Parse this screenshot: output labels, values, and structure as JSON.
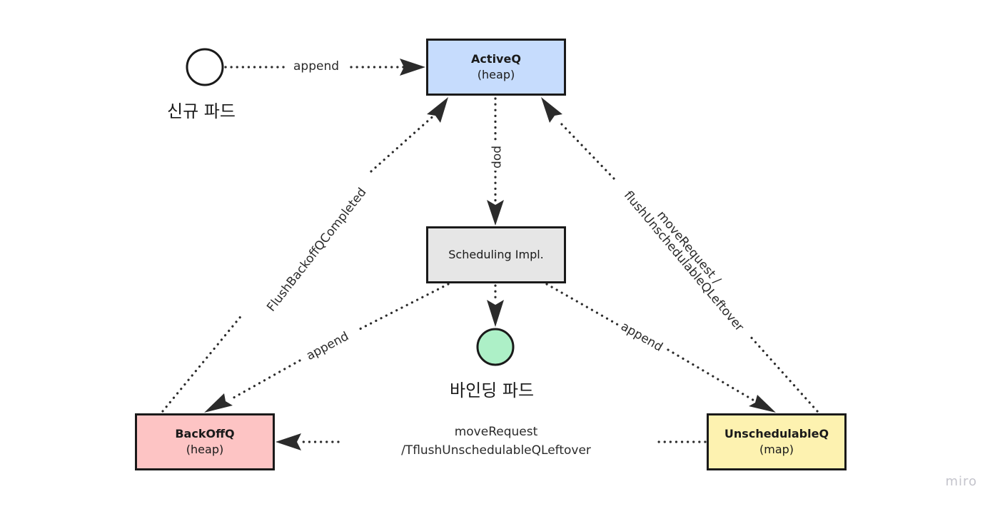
{
  "colors": {
    "stroke": "#1a1a1a",
    "activeq_fill": "#c6dcfd",
    "scheduling_fill": "#e6e6e6",
    "backoffq_fill": "#fdc4c4",
    "unschedulableq_fill": "#fdf2b0",
    "binding_pod_fill": "#adf0c7",
    "new_pod_fill": "#ffffff"
  },
  "nodes": {
    "new_pod": {
      "caption": "신규 파드"
    },
    "active_q": {
      "title": "ActiveQ",
      "subtitle": "(heap)"
    },
    "scheduling_impl": {
      "label": "Scheduling Impl."
    },
    "binding_pod": {
      "caption": "바인딩 파드"
    },
    "backoff_q": {
      "title": "BackOffQ",
      "subtitle": "(heap)"
    },
    "unschedulable_q": {
      "title": "UnschedulableQ",
      "subtitle": "(map)"
    }
  },
  "edges": {
    "new_to_active": {
      "label": "append"
    },
    "active_to_scheduling": {
      "label": "pop"
    },
    "backoff_to_active": {
      "label": "FlushBackoffQCompleted"
    },
    "unschedulable_to_active": {
      "label_line1": "moveRequest /",
      "label_line2": "flushUnschedulableQLeftover"
    },
    "scheduling_to_backoff": {
      "label": "append"
    },
    "scheduling_to_unschedulable": {
      "label": "append"
    },
    "scheduling_to_binding": {
      "label": ""
    },
    "unschedulable_to_backoff": {
      "label_line1": "moveRequest",
      "label_line2": "/TflushUnschedulableQLeftover"
    }
  },
  "watermark": "miro"
}
